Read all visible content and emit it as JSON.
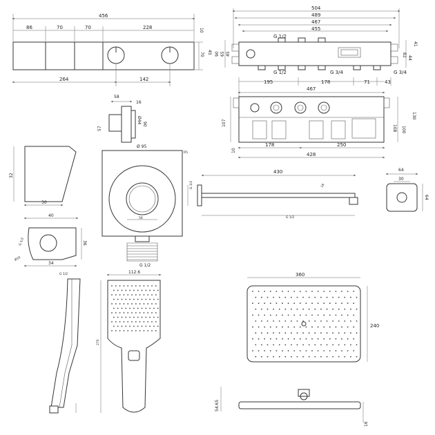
{
  "drawings": {
    "panel_front": {
      "total_width": "456",
      "seg1": "86",
      "seg2": "70",
      "seg3": "70",
      "seg4": "228",
      "lower_total": "264",
      "lower_right": "142",
      "top_gap": "10",
      "height_a": "70",
      "height_b": "45"
    },
    "box_top": {
      "total": "504",
      "w489": "489",
      "w467": "467",
      "w455": "455",
      "thread_half": "G 1/2",
      "thread_34a": "G 3/4",
      "thread_34b": "G 3/4",
      "h90": "90",
      "h65": "65",
      "h45": "45",
      "h82": "82",
      "h44": "44",
      "h41": "41"
    },
    "box_bottom": {
      "w467": "467",
      "w195": "195",
      "w178": "178",
      "w71": "71",
      "w43": "43",
      "w178b": "178",
      "w250": "250",
      "w428": "428",
      "h107": "107",
      "h10": "10",
      "h108": "108",
      "h100": "100",
      "h130": "130"
    },
    "outlet_side": {
      "w58": "58",
      "w16": "16",
      "h57": "57",
      "d44": "Ø44",
      "h90": "90"
    },
    "holder_side": {
      "w30": "30",
      "h32": "32"
    },
    "holder_front": {
      "w40": "40",
      "w34": "34",
      "h36": "36",
      "d10": "Ø10",
      "t1": "G 1/2"
    },
    "valve_front": {
      "d": "Ø 95",
      "r": "R5",
      "w56": "56",
      "thread": "G 1/2"
    },
    "arm": {
      "len": "430",
      "thread_a": "G 1/2",
      "thread_b": "G 1/2",
      "r": "18"
    },
    "outlet_square": {
      "w64": "64",
      "w30": "30",
      "h64": "64"
    },
    "handshower": {
      "w1": "G 1/2",
      "w2": "112.6",
      "h1": "270"
    },
    "overhead": {
      "w": "360",
      "h": "240",
      "h1": "54.65",
      "h2": "16"
    }
  }
}
